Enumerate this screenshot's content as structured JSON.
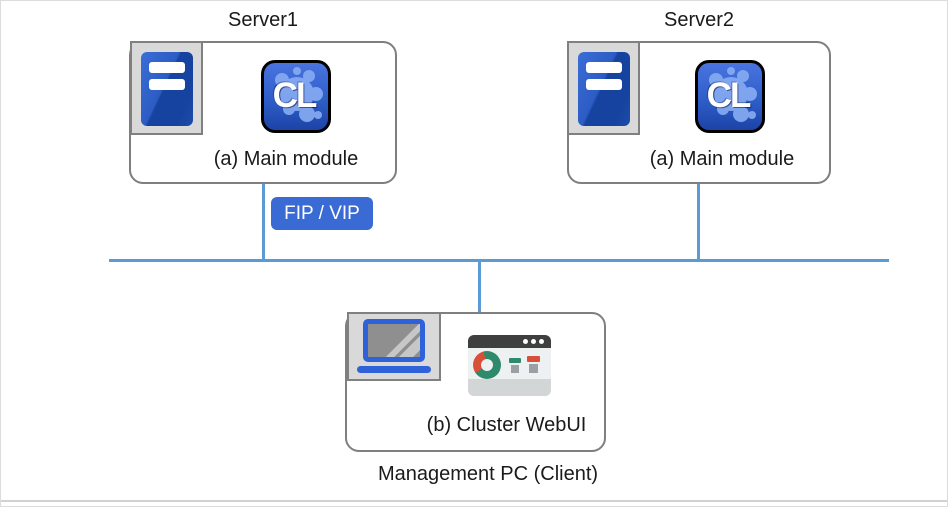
{
  "server1": {
    "label": "Server1",
    "caption": "(a) Main module",
    "icon_text": "CL"
  },
  "server2": {
    "label": "Server2",
    "caption": "(a) Main module",
    "icon_text": "CL"
  },
  "badge": {
    "label": "FIP / VIP"
  },
  "management_pc": {
    "label": "Management PC (Client)",
    "caption": "(b) Cluster WebUI"
  },
  "icons": {
    "server1_machine": "server-tower-icon",
    "server1_app": "cluster-app-cl-icon",
    "server2_machine": "server-tower-icon",
    "server2_app": "cluster-app-cl-icon",
    "management_machine": "laptop-icon",
    "management_app": "webui-browser-icon"
  },
  "colors": {
    "network_line": "#5b9bd5",
    "badge_bg": "#3a6bd4",
    "badge_text": "#ffffff",
    "box_border": "#7f7f7f",
    "icon_frame_bg": "#d9d9d9",
    "icon_frame_border": "#808080",
    "server_blue_light": "#3a6ed6",
    "server_blue_dark": "#16439f",
    "cl_icon_blue": "#2e5ec9",
    "cl_splash_blue": "#86abf2",
    "laptop_blue": "#2f62d8",
    "screen_gray": "#8f8f8f",
    "browser_header": "#3f3f3f",
    "browser_body": "#eef1f1",
    "browser_footer": "#d3d6d6",
    "donut_teal": "#2f8a6b",
    "donut_red": "#d9503a",
    "text_color": "#1a1a1a"
  }
}
